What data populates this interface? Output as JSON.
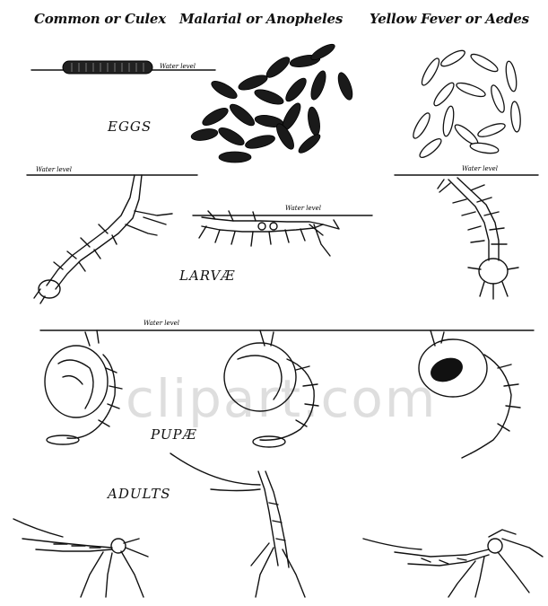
{
  "columns": [
    {
      "title": "Common or Culex"
    },
    {
      "title": "Malarial or Anopheles"
    },
    {
      "title": "Yellow Fever or Aedes"
    }
  ],
  "rows": {
    "eggs": "EGGS",
    "larvae": "LARVÆ",
    "pupae": "PUPÆ",
    "adults": "ADULTS"
  },
  "water_level_label": "Water level",
  "watermark": "clipart.com",
  "colors": {
    "ink": "#111111",
    "background": "#ffffff"
  }
}
